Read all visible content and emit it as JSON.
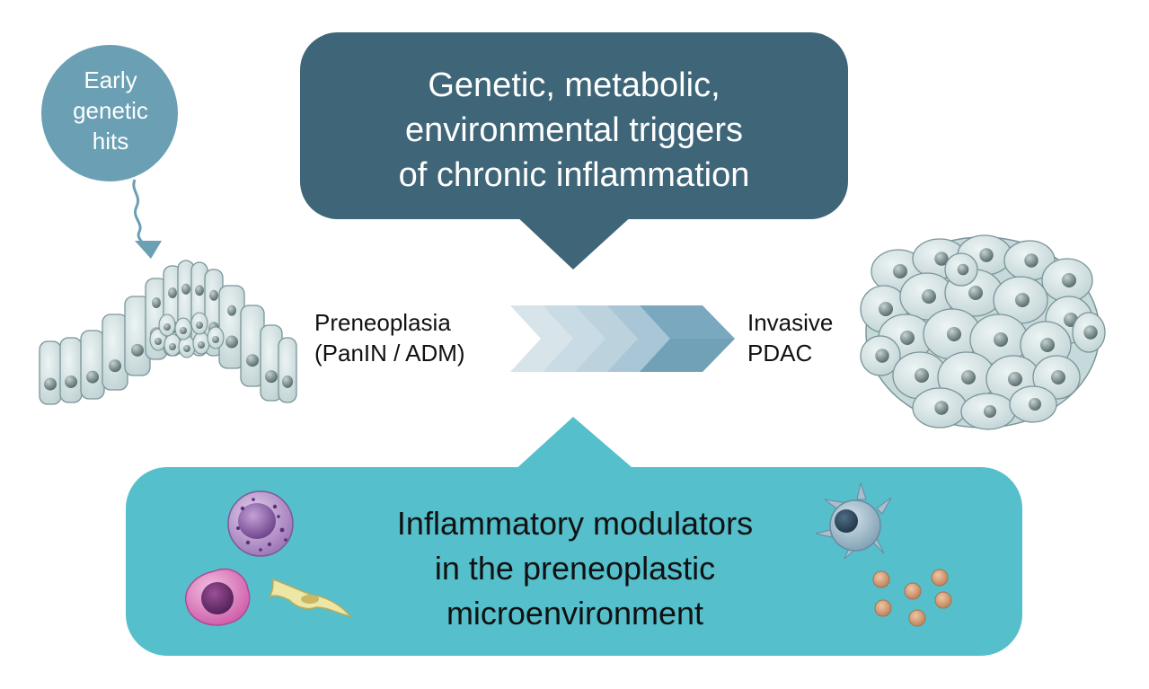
{
  "early_hits": {
    "lines": [
      "Early",
      "genetic",
      "hits"
    ]
  },
  "triggers": {
    "lines": [
      "Genetic, metabolic,",
      "environmental triggers",
      "of chronic inflammation"
    ]
  },
  "preneoplasia": {
    "lines": [
      "Preneoplasia",
      "(PanIN / ADM)"
    ]
  },
  "invasive": {
    "lines": [
      "Invasive",
      "PDAC"
    ]
  },
  "modulators": {
    "lines": [
      "Inflammatory modulators",
      "in the preneoplastic",
      "microenvironment"
    ]
  },
  "colors": {
    "early_hits_circle": "#6a9fb4",
    "triggers_box": "#3f6678",
    "modulators_box": "#55bfcb",
    "progress_chevrons": [
      "#d7e4ea",
      "#bcd3de",
      "#a1c1d1",
      "#7aa9bf"
    ],
    "epithelial_cell": "#d2e2e3",
    "nucleus": "#7f9495"
  },
  "icons": {
    "early_hits_arrow": "squiggle-arrow-icon",
    "progression": "chevron-arrow-icon",
    "normal_epithelium": "epithelium-cells-icon",
    "tumor_mass": "tumor-cell-cluster-icon",
    "granulocyte": "granulocyte-cell-icon",
    "macrophage": "macrophage-cell-icon",
    "fibroblast": "fibroblast-cell-icon",
    "dendritic_cell": "dendritic-cell-icon",
    "cytokines": "cytokine-particles-icon"
  }
}
